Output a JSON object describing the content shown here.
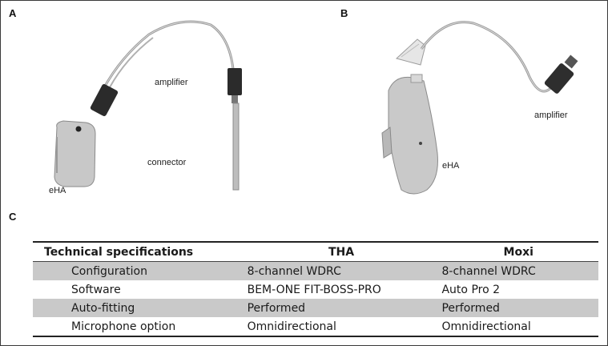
{
  "panels": {
    "a": {
      "label": "A",
      "amplifier": "amplifier",
      "connector": "connector",
      "eha": "eHA"
    },
    "b": {
      "label": "B",
      "amplifier": "amplifier",
      "eha": "eHA"
    },
    "c": {
      "label": "C"
    }
  },
  "table": {
    "headers": [
      "Technical specifications",
      "THA",
      "Moxi"
    ],
    "rows": [
      [
        "Configuration",
        "8-channel WDRC",
        "8-channel WDRC"
      ],
      [
        "Software",
        "BEM-ONE FIT-BOSS-PRO",
        "Auto Pro 2"
      ],
      [
        "Auto-fitting",
        "Performed",
        "Performed"
      ],
      [
        "Microphone option",
        "Omnidirectional",
        "Omnidirectional"
      ]
    ]
  },
  "colors": {
    "shaded_row": "#c9c9c9",
    "device_body": "#c8c8c8"
  }
}
